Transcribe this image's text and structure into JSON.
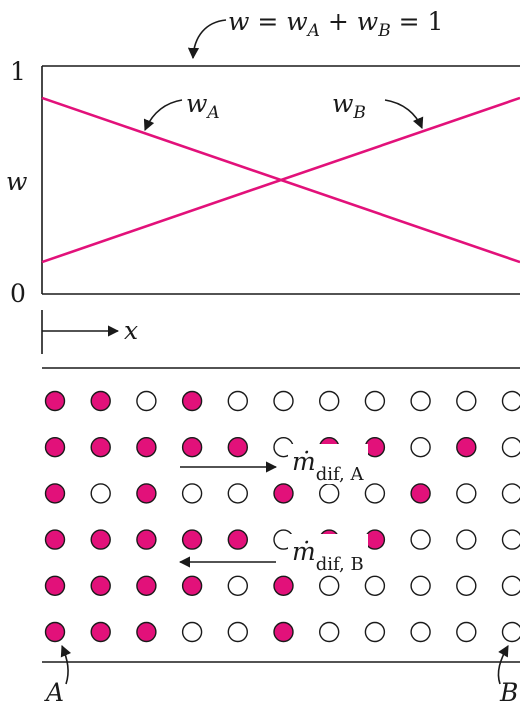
{
  "colors": {
    "line": "#e2117a",
    "dot_fill": "#e2117a",
    "ink": "#1a1a1a",
    "paper": "#ffffff"
  },
  "top_label": {
    "lhs": "w",
    "eq1": " = ",
    "wa": "w",
    "wa_sub": "A",
    "plus": " + ",
    "wb": "w",
    "wb_sub": "B",
    "eq2": " = 1"
  },
  "axis": {
    "y_label": "w",
    "y_top": "1",
    "y_bottom": "0",
    "x_label": "x"
  },
  "chart_data": {
    "type": "line",
    "x": [
      0,
      1
    ],
    "xlim": [
      0,
      1
    ],
    "ylim": [
      0,
      1
    ],
    "series": [
      {
        "name": "w_A",
        "values": [
          0.86,
          0.14
        ]
      },
      {
        "name": "w_B",
        "values": [
          0.14,
          0.86
        ]
      }
    ]
  },
  "line_labels": {
    "wa": "w",
    "wa_sub": "A",
    "wb": "w",
    "wb_sub": "B"
  },
  "flux": {
    "a_main": "ṁ",
    "a_sub": "dif, A",
    "b_main": "ṁ",
    "b_sub": "dif, B"
  },
  "species": {
    "a": "A",
    "b": "B"
  },
  "grid": [
    [
      1,
      1,
      0,
      1,
      0,
      0,
      0,
      0,
      0,
      0,
      0
    ],
    [
      1,
      1,
      1,
      1,
      1,
      0,
      1,
      1,
      0,
      1,
      0
    ],
    [
      1,
      0,
      1,
      0,
      0,
      1,
      0,
      0,
      1,
      0,
      0
    ],
    [
      1,
      1,
      1,
      1,
      1,
      0,
      1,
      1,
      0,
      0,
      0
    ],
    [
      1,
      1,
      1,
      1,
      0,
      1,
      0,
      0,
      0,
      0,
      0
    ],
    [
      1,
      1,
      1,
      0,
      0,
      1,
      0,
      0,
      0,
      0,
      0
    ]
  ]
}
